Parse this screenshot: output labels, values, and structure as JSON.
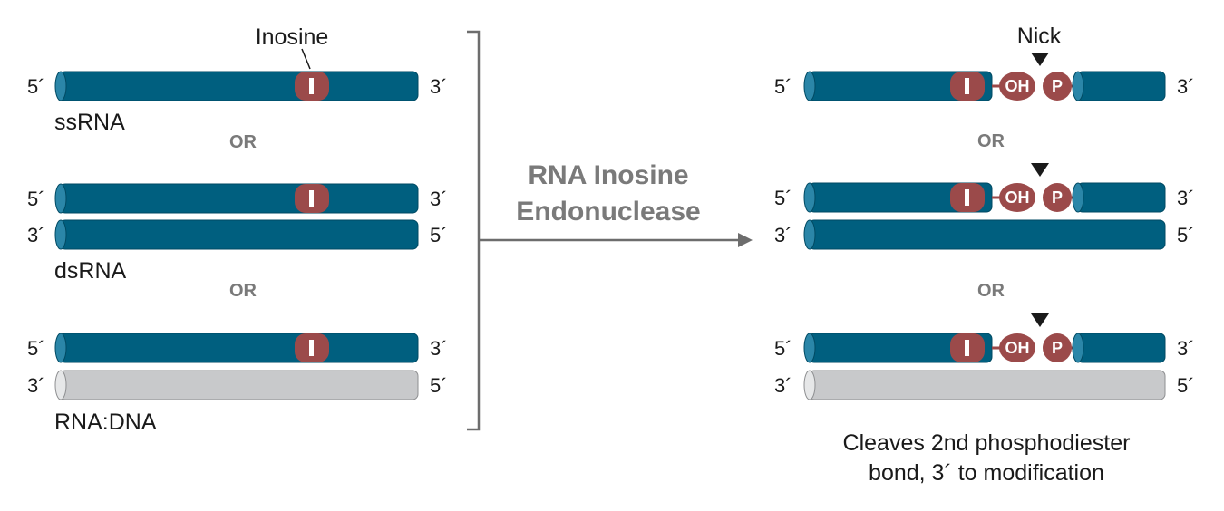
{
  "labels": {
    "inosine": "Inosine",
    "nick": "Nick",
    "or": "OR",
    "enzyme_line1": "RNA Inosine",
    "enzyme_line2": "Endonuclease",
    "five_prime": "5´",
    "three_prime": "3´",
    "ssrna": "ssRNA",
    "dsrna": "dsRNA",
    "rnadna": "RNA:DNA",
    "inosine_mark": "I",
    "oh": "OH",
    "p": "P",
    "caption_line1": "Cleaves 2nd phosphodiester",
    "caption_line2": "bond, 3´ to modification"
  },
  "colors": {
    "rna": "#005f7f",
    "rna_end": "#2b86a8",
    "dna": "#c8c9cb",
    "dna_end": "#e6e7e8",
    "modification": "#9b4a4a",
    "bracket": "#6d6d6d",
    "marker": "#1a1a1a"
  }
}
